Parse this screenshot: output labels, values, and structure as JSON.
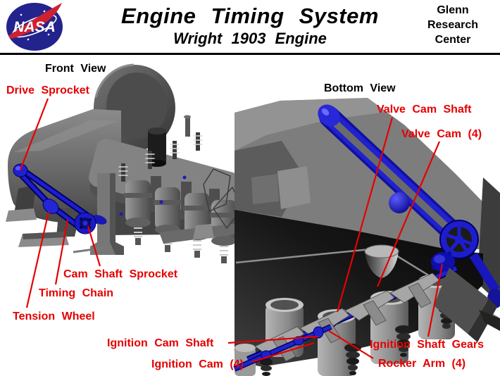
{
  "header": {
    "logo_text": "NASA",
    "title": "Engine Timing System",
    "subtitle": "Wright 1903  Engine",
    "org_line1": "Glenn",
    "org_line2": "Research",
    "org_line3": "Center"
  },
  "views": {
    "front": "Front View",
    "bottom": "Bottom View"
  },
  "labels": {
    "drive_sprocket": "Drive Sprocket",
    "cam_shaft_sprocket": "Cam Shaft Sprocket",
    "timing_chain": "Timing Chain",
    "tension_wheel": "Tension Wheel",
    "ignition_cam_shaft": "Ignition Cam Shaft",
    "ignition_cam": "Ignition Cam (4)",
    "valve_cam_shaft": "Valve Cam Shaft",
    "valve_cam": "Valve Cam (4)",
    "ignition_shaft_gears": "Ignition Shaft Gears",
    "rocker_arm": "Rocker Arm (4)"
  },
  "colors": {
    "label_red": "#e60000",
    "part_blue": "#1a1aca",
    "part_blue_dark": "#000060",
    "logo_blue": "#23238e",
    "logo_red": "#cf2031",
    "engine_gray": "#7d7d7d",
    "background": "#ffffff"
  }
}
